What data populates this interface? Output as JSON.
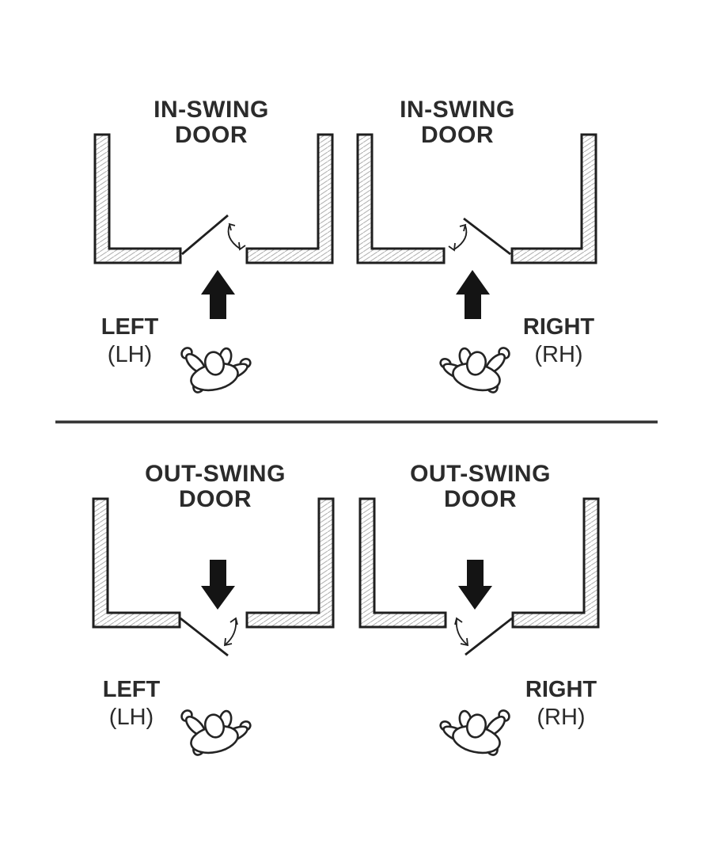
{
  "colors": {
    "ink": "#2b2b2b",
    "wall": "#1f1f1f",
    "hatch": "#b2b2b2",
    "arrow": "#141414",
    "bg": "#ffffff"
  },
  "panels": [
    {
      "id": "in-swing-left",
      "title_line1": "IN-SWING",
      "title_line2": "DOOR",
      "hand_label": "LEFT",
      "hand_abbr": "(LH)"
    },
    {
      "id": "in-swing-right",
      "title_line1": "IN-SWING",
      "title_line2": "DOOR",
      "hand_label": "RIGHT",
      "hand_abbr": "(RH)"
    },
    {
      "id": "out-swing-left",
      "title_line1": "OUT-SWING",
      "title_line2": "DOOR",
      "hand_label": "LEFT",
      "hand_abbr": "(LH)"
    },
    {
      "id": "out-swing-right",
      "title_line1": "OUT-SWING",
      "title_line2": "DOOR",
      "hand_label": "RIGHT",
      "hand_abbr": "(RH)"
    }
  ]
}
